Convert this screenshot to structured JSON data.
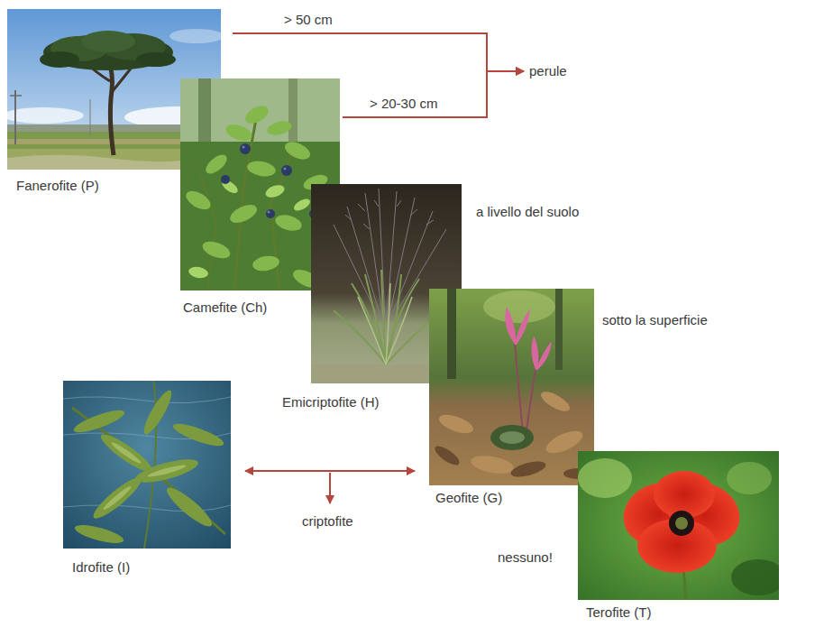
{
  "diagram": {
    "nodes": [
      {
        "text": [
          "Fanerofite (P)"
        ]
      },
      {
        "text": [
          "Camefite (Ch)"
        ]
      },
      {
        "text": [
          "perule"
        ]
      },
      {
        "text": [
          "Emicriptofite (H)"
        ]
      },
      {
        "text": [
          "Geofite (G)"
        ]
      },
      {
        "text": [
          "Idrofite (I)"
        ]
      },
      {
        "text": [
          "Terofite (T)"
        ]
      }
    ],
    "edges": [
      {
        "from": 0,
        "to": 2,
        "arrow": "to",
        "label": "> 50 cm"
      },
      {
        "from": 1,
        "to": 2,
        "arrow": "to",
        "label": "> 20-30 cm"
      },
      {
        "from": 5,
        "to": 4,
        "arrow": "both"
      }
    ],
    "labels": [
      "a livello del suolo",
      "sotto la superficie",
      "criptofite",
      "nessuno!"
    ]
  }
}
